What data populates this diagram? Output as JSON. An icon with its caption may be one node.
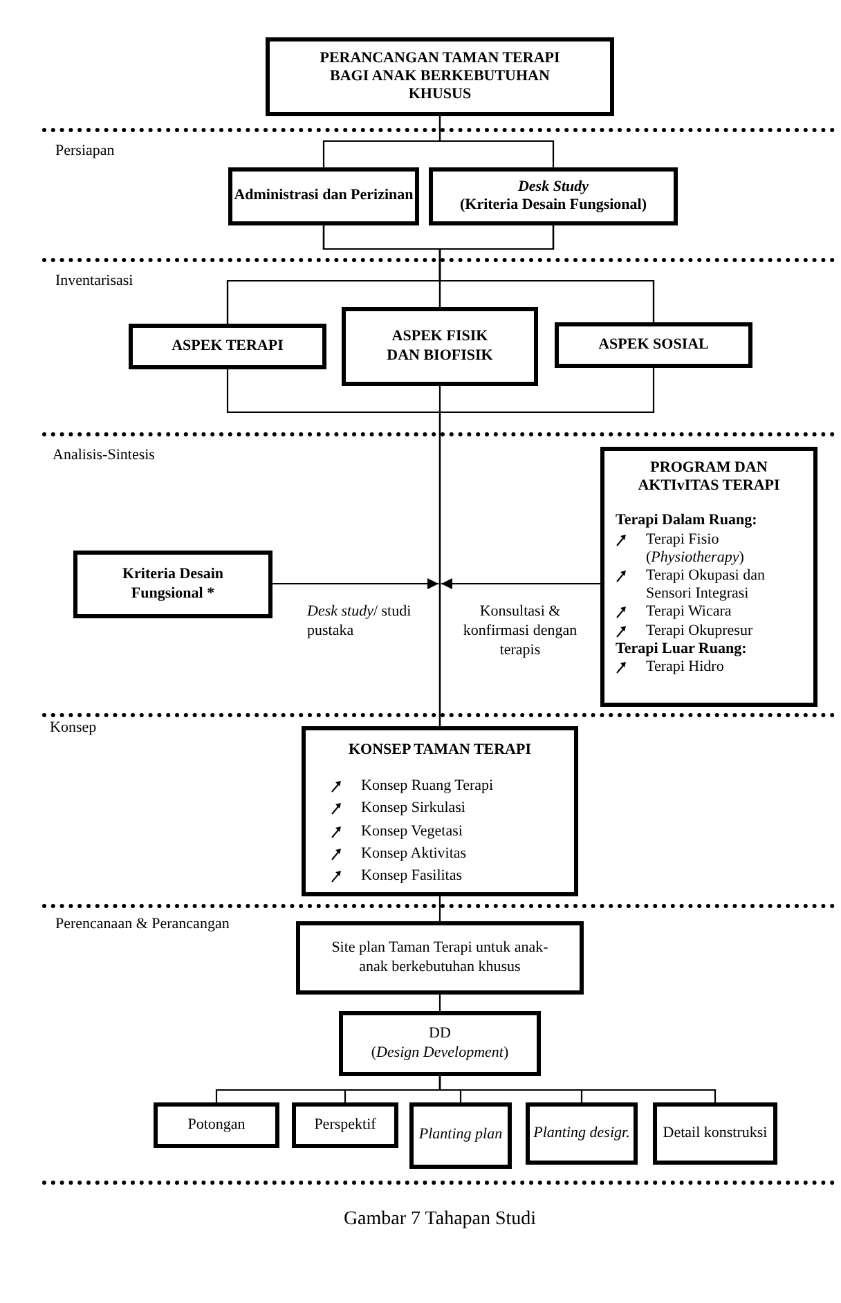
{
  "diagram": {
    "caption": "Gambar 7 Tahapan Studi",
    "nodes": [
      {
        "text": [
          "PERANCANGAN TAMAN TERAPI BAGI ANAK BERKEBUTUHAN KHUSUS"
        ]
      },
      {
        "text": [
          "Administrasi dan Perizinan"
        ]
      },
      {
        "text": [
          "Desk Study",
          "(Kriteria Desain Fungsional)"
        ]
      },
      {
        "text": [
          "ASPEK TERAPI"
        ]
      },
      {
        "text": [
          "ASPEK FISIK DAN BIOFISIK"
        ]
      },
      {
        "text": [
          "ASPEK SOSIAL"
        ]
      },
      {
        "text": [
          "Kriteria Desain Fungsional *"
        ]
      },
      {
        "text": [
          "PROGRAM DAN AKTIvITAS TERAPI",
          "Terapi Dalam Ruang:",
          "Terapi Fisio (*Physiotherapy*)",
          "Terapi Okupasi dan Sensori Integrasi",
          "Terapi Wicara",
          "Terapi Okupresur",
          "Terapi Luar Ruang:",
          "Terapi Hidro"
        ]
      },
      {
        "text": [
          "KONSEP TAMAN TERAPI",
          "Konsep Ruang Terapi",
          "Konsep Sirkulasi",
          "Konsep Vegetasi",
          "Konsep Aktivitas",
          "Konsep Fasilitas"
        ]
      },
      {
        "text": [
          "Site plan Taman Terapi untuk anak-anak berkebutuhan khusus"
        ]
      },
      {
        "text": [
          "DD",
          "(*Design Development*)"
        ]
      },
      {
        "text": [
          "Potongan"
        ]
      },
      {
        "text": [
          "Perspektif"
        ]
      },
      {
        "text": [
          "Planting plan"
        ]
      },
      {
        "text": [
          "Planting desigr."
        ]
      },
      {
        "text": [
          "Detail konstruksi"
        ]
      }
    ],
    "edges": [
      {
        "from": 0,
        "to": 1,
        "arrow": "none"
      },
      {
        "from": 0,
        "to": 2,
        "arrow": "none"
      },
      {
        "from": 1,
        "to": 3,
        "arrow": "none"
      },
      {
        "from": 1,
        "to": 4,
        "arrow": "none"
      },
      {
        "from": 1,
        "to": 5,
        "arrow": "none"
      },
      {
        "from": 2,
        "to": 3,
        "arrow": "none"
      },
      {
        "from": 2,
        "to": 4,
        "arrow": "none"
      },
      {
        "from": 2,
        "to": 5,
        "arrow": "none"
      },
      {
        "from": 3,
        "to": 8,
        "arrow": "none"
      },
      {
        "from": 4,
        "to": 8,
        "arrow": "none"
      },
      {
        "from": 5,
        "to": 8,
        "arrow": "none"
      },
      {
        "from": 6,
        "to": null,
        "arrow": "to",
        "label": "*Desk study*/ studi pustaka"
      },
      {
        "from": 7,
        "to": null,
        "arrow": "to",
        "label": "Konsultasi & konfirmasi dengan terapis"
      },
      {
        "from": 8,
        "to": 9,
        "arrow": "none"
      },
      {
        "from": 9,
        "to": 10,
        "arrow": "none"
      },
      {
        "from": 10,
        "to": 11,
        "arrow": "none"
      },
      {
        "from": 10,
        "to": 12,
        "arrow": "none"
      },
      {
        "from": 10,
        "to": 13,
        "arrow": "none"
      },
      {
        "from": 10,
        "to": 14,
        "arrow": "none"
      },
      {
        "from": 10,
        "to": 15,
        "arrow": "none"
      }
    ],
    "labels": [
      "Persiapan",
      "Inventarisasi",
      "Analisis-Sintesis",
      "Konsep",
      "Perencanaan & Perancangan"
    ]
  }
}
